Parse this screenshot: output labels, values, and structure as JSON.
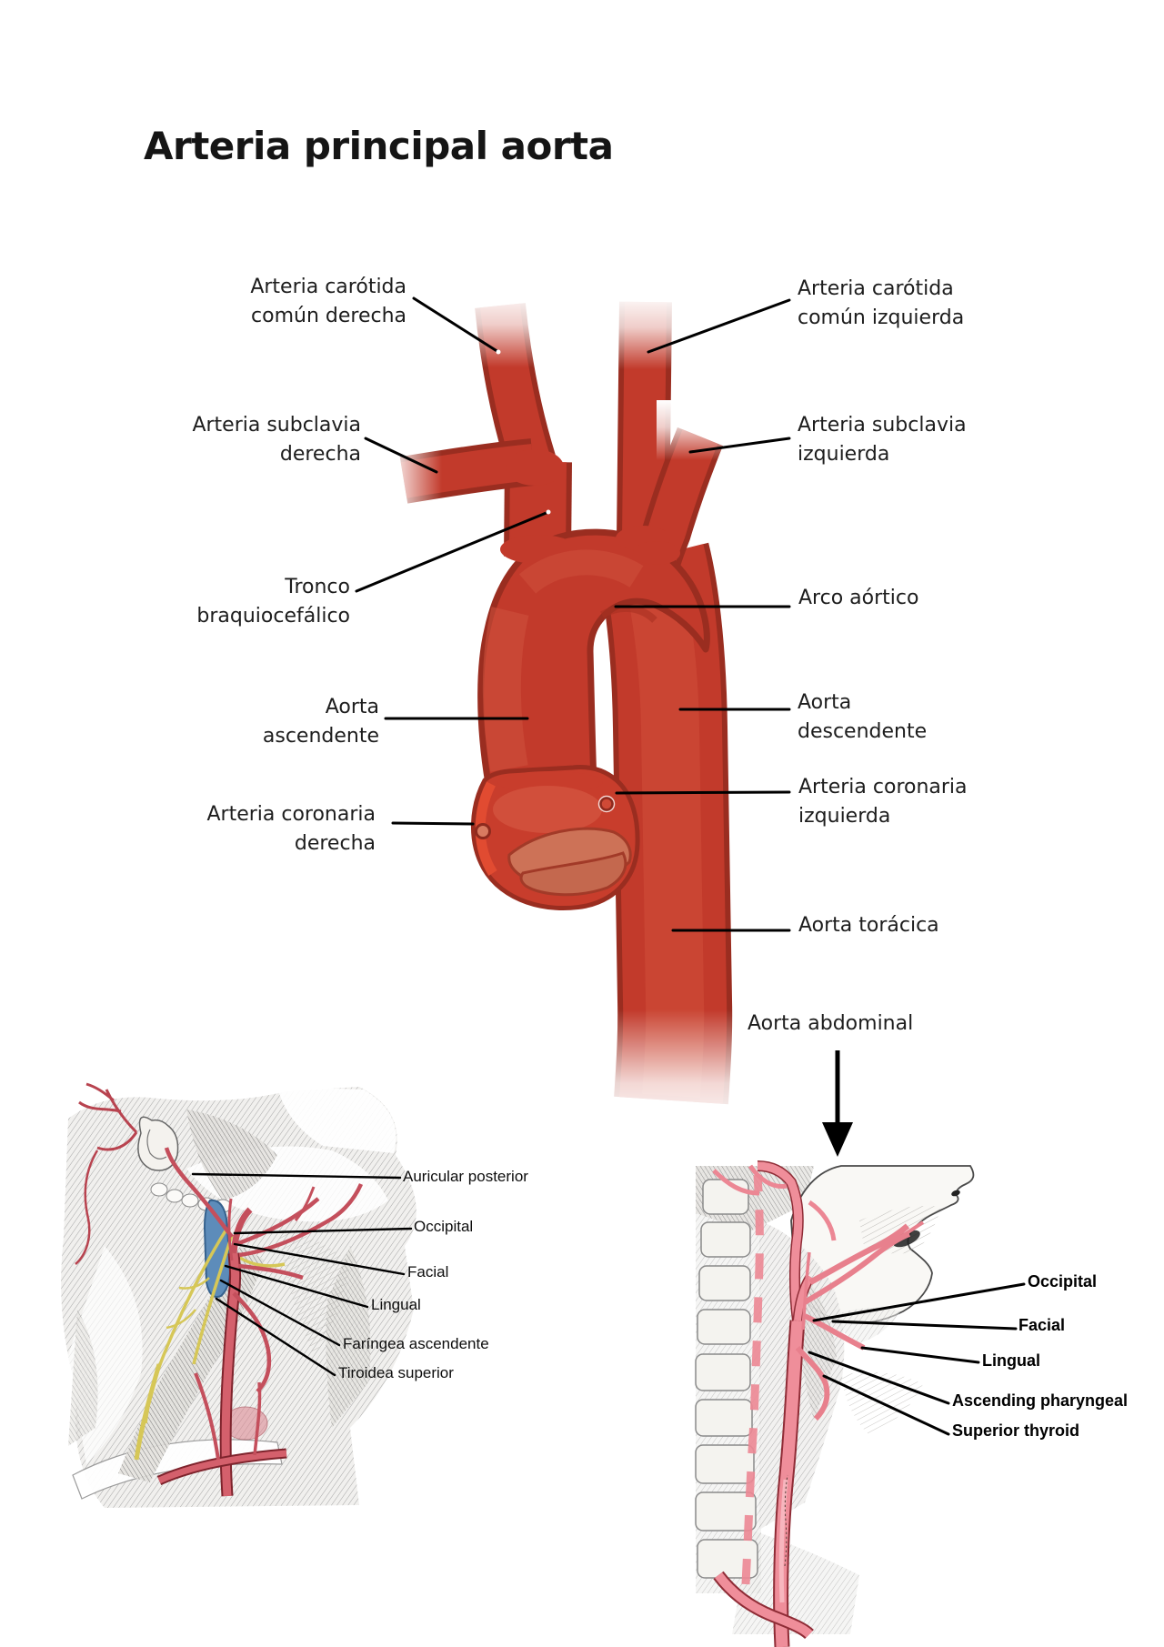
{
  "title": "Arteria principal aorta",
  "colors": {
    "aorta_red": "#c23a2b",
    "aorta_dark_outline": "#9a2d20",
    "aorta_highlight": "#d0523e",
    "valve_salmon": "#cd7257",
    "leader_line": "#000000",
    "engraving_artery_red": "#c44f5c",
    "engraving_artery_pink": "#ef8e9a",
    "engraving_nerve_yellow": "#d6c757",
    "engraving_vein_blue": "#5d8cba"
  },
  "aorta": {
    "labels": {
      "carotida_comun_derecha": "Arteria carótida\ncomún derecha",
      "carotida_comun_izquierda": "Arteria carótida\ncomún izquierda",
      "subclavia_derecha": "Arteria subclavia\nderecha",
      "subclavia_izquierda": "Arteria subclavia\nizquierda",
      "tronco_braquiocefalico": "Tronco\nbraquiocefálico",
      "arco_aortico": "Arco aórtico",
      "aorta_ascendente": "Aorta\nascendente",
      "aorta_descendente": "Aorta\ndescendente",
      "coronaria_derecha": "Arteria coronaria\nderecha",
      "coronaria_izquierda": "Arteria coronaria\nizquierda",
      "aorta_toracica": "Aorta torácica",
      "aorta_abdominal": "Aorta abdominal"
    }
  },
  "neck_figure_left": {
    "labels": {
      "auricular_posterior": "Auricular posterior",
      "occipital": "Occipital",
      "facial": "Facial",
      "lingual": "Lingual",
      "faringea_ascendente": "Faríngea ascendente",
      "tiroidea_superior": "Tiroidea superior"
    }
  },
  "neck_figure_right": {
    "labels": {
      "occipital": "Occipital",
      "facial": "Facial",
      "lingual": "Lingual",
      "ascending_pharyngeal": "Ascending pharyngeal",
      "superior_thyroid": "Superior thyroid"
    }
  }
}
